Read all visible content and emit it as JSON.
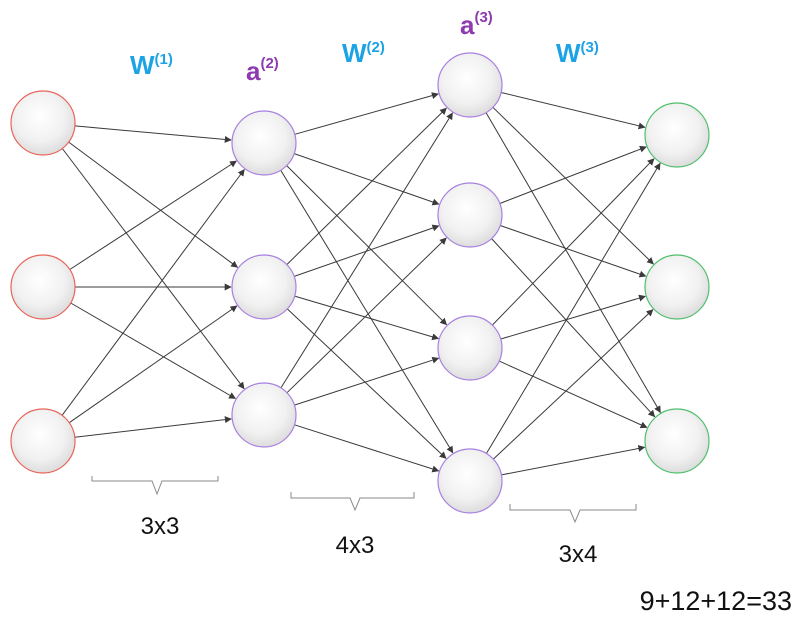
{
  "colors": {
    "input_stroke": "#e8645a",
    "hidden_stroke": "#a97fe0",
    "output_stroke": "#4fbf6b",
    "weight_label": "#1ca3e6",
    "activation_label": "#8e3bb0",
    "neuron_fill_light": "#ffffff",
    "neuron_fill_dark": "#d8d8d8"
  },
  "layers": [
    {
      "name": "input",
      "neurons": 3
    },
    {
      "name": "hidden-1",
      "neurons": 3
    },
    {
      "name": "hidden-2",
      "neurons": 4
    },
    {
      "name": "output",
      "neurons": 3
    }
  ],
  "labels": {
    "w1": {
      "base": "W",
      "sup": "(1)"
    },
    "a2": {
      "base": "a",
      "sup": "(2)"
    },
    "w2": {
      "base": "W",
      "sup": "(2)"
    },
    "a3": {
      "base": "a",
      "sup": "(3)"
    },
    "w3": {
      "base": "W",
      "sup": "(3)"
    }
  },
  "dimensions": [
    "3x3",
    "4x3",
    "3x4"
  ],
  "total": "9+12+12=33"
}
